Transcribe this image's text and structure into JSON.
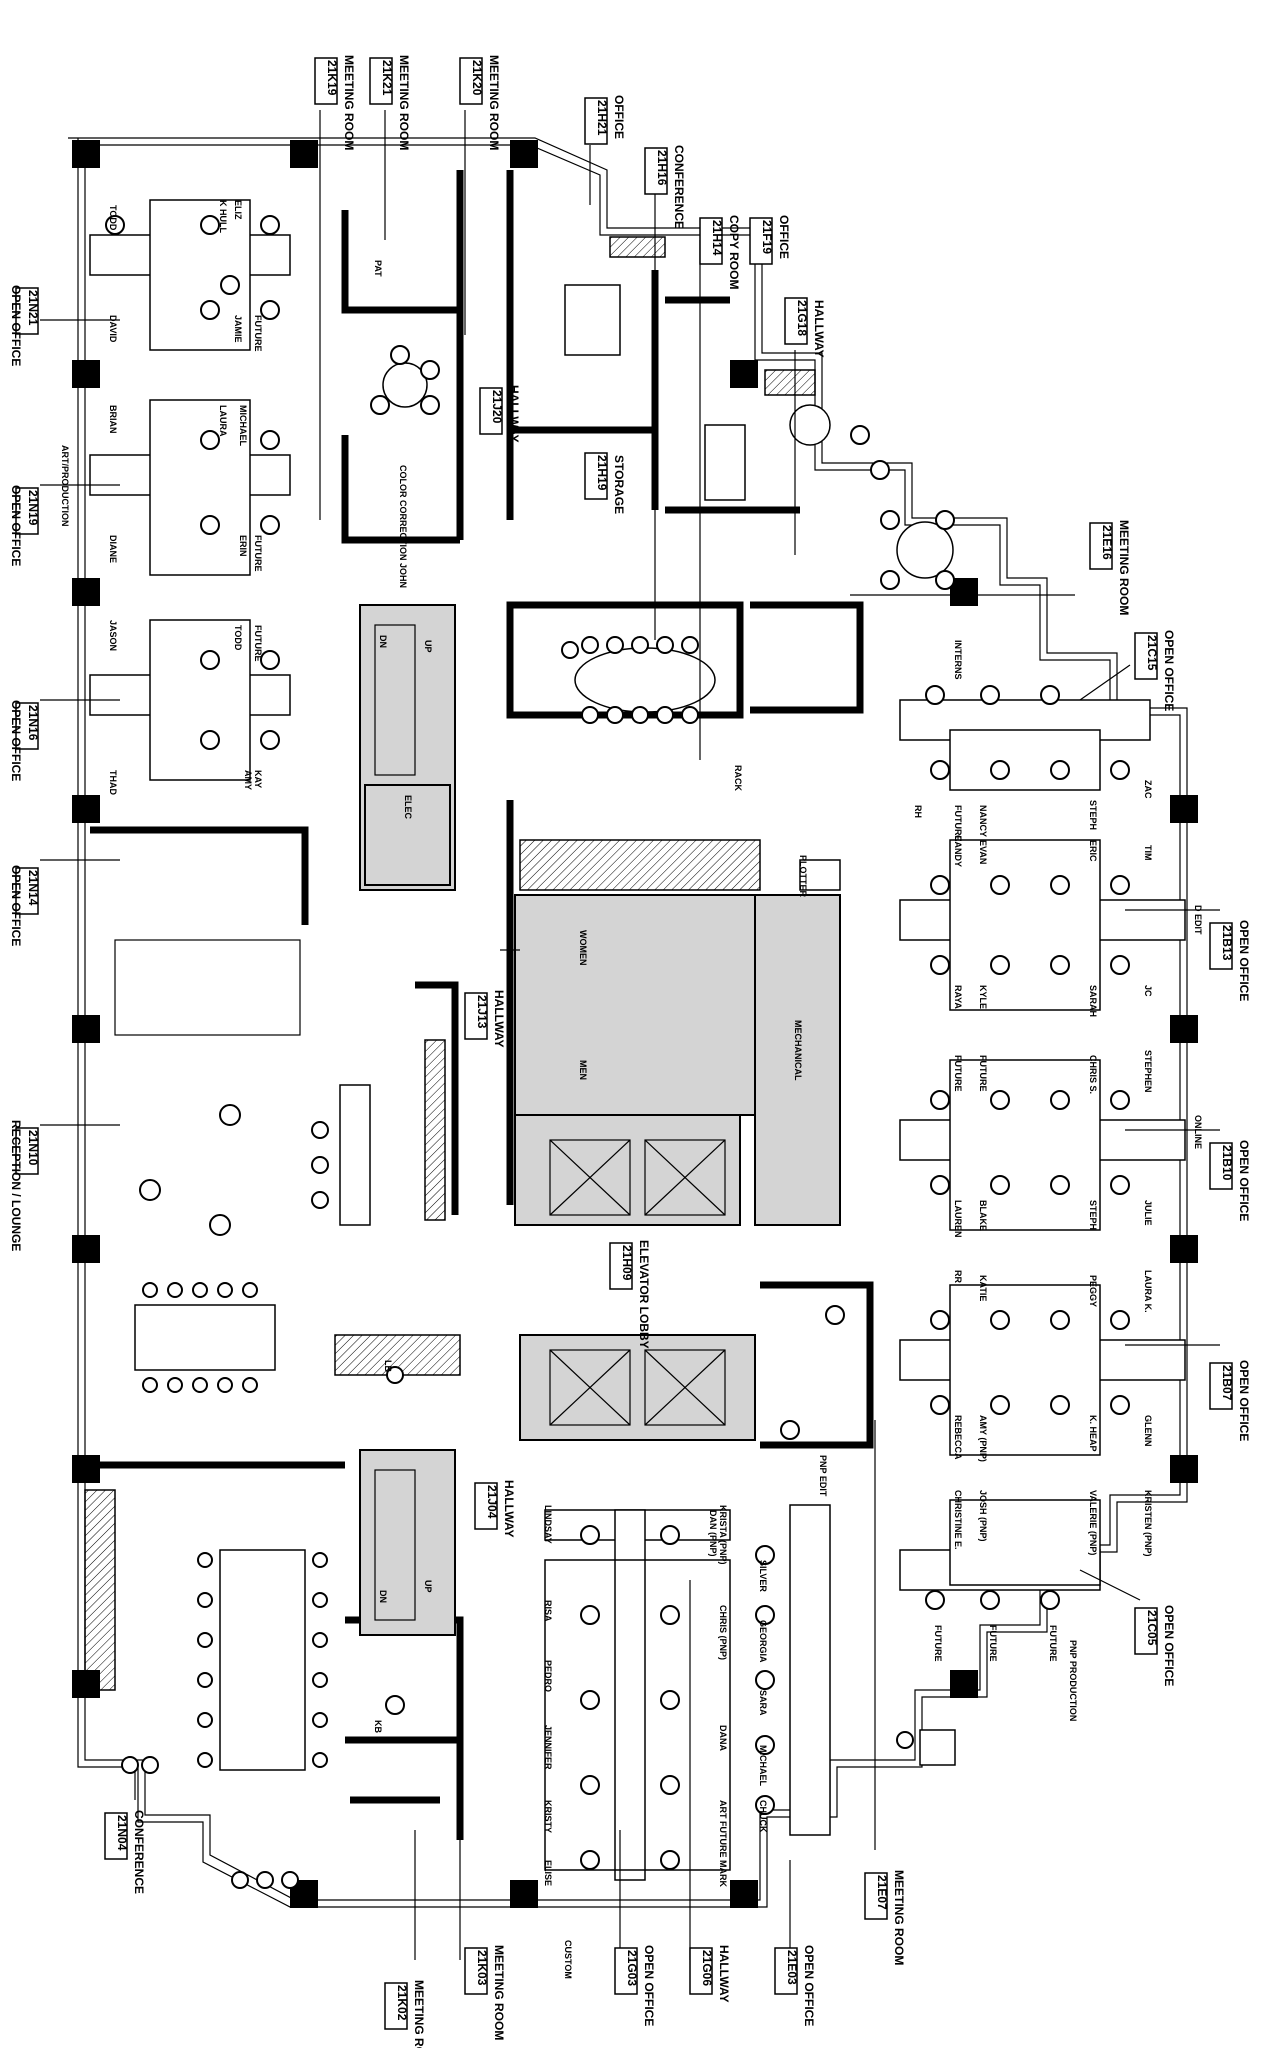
{
  "rooms": [
    {
      "name": "MEETING ROOM",
      "code": "21K19"
    },
    {
      "name": "MEETING ROOM",
      "code": "21K21"
    },
    {
      "name": "MEETING ROOM",
      "code": "21K20"
    },
    {
      "name": "OFFICE",
      "code": "21H21"
    },
    {
      "name": "CONFERENCE",
      "code": "21H16"
    },
    {
      "name": "COPY ROOM",
      "code": "21H14"
    },
    {
      "name": "OFFICE",
      "code": "21F19"
    },
    {
      "name": "HALLWAY",
      "code": "21G18"
    },
    {
      "name": "HALLWAY",
      "code": "21J20"
    },
    {
      "name": "STORAGE",
      "code": "21H19"
    },
    {
      "name": "MEETING ROOM",
      "code": "21E16"
    },
    {
      "name": "OPEN OFFICE",
      "code": "21C15"
    },
    {
      "name": "OPEN OFFICE",
      "code": "21N21"
    },
    {
      "name": "OPEN OFFICE",
      "code": "21N19"
    },
    {
      "name": "OPEN OFFICE",
      "code": "21N16"
    },
    {
      "name": "OPEN OFFICE",
      "code": "21N14"
    },
    {
      "name": "RECEPTION / LOUNGE",
      "code": "21N10"
    },
    {
      "name": "HALLWAY",
      "code": "21J13"
    },
    {
      "name": "OPEN OFFICE",
      "code": "21B13"
    },
    {
      "name": "OPEN OFFICE",
      "code": "21B10"
    },
    {
      "name": "OPEN OFFICE",
      "code": "21B07"
    },
    {
      "name": "ELEVATOR LOBBY",
      "code": "21H09"
    },
    {
      "name": "HALLWAY",
      "code": "21J04"
    },
    {
      "name": "OPEN OFFICE",
      "code": "21C05"
    },
    {
      "name": "CONFERENCE",
      "code": "21N04"
    },
    {
      "name": "MEETING ROOM",
      "code": "21K02"
    },
    {
      "name": "MEETING ROOM",
      "code": "21K03"
    },
    {
      "name": "OPEN OFFICE",
      "code": "21G03"
    },
    {
      "name": "HALLWAY",
      "code": "21G06"
    },
    {
      "name": "OPEN OFFICE",
      "code": "21E03"
    },
    {
      "name": "MEETING ROOM",
      "code": "21E07"
    }
  ],
  "areas": {
    "women": "WOMEN",
    "men": "MEN",
    "mechanical": "MECHANICAL",
    "elec": "ELEC",
    "art_production": "ART/PRODUCTION",
    "pnp_production": "PNP PRODUCTION",
    "pnp_edit": "PNP EDIT",
    "up": "UP",
    "dn": "DN",
    "up2": "UP",
    "dn2": "DN",
    "color_correction": "COLOR CORRECTION JOHN",
    "online": "ONLINE",
    "d_edit": "D EDIT",
    "lb": "LB",
    "plotter": "PLOTTER",
    "rack": "RACK"
  },
  "occupants": [
    "TODD",
    "K HULL",
    "ELIZ",
    "DAVID",
    "JAMIE",
    "FUTURE",
    "BRIAN",
    "LAURA",
    "MICHAEL",
    "DIANE",
    "FUTURE",
    "ERIN",
    "JASON",
    "TODD",
    "FUTURE",
    "THAD",
    "AMY",
    "KAY",
    "PAT",
    "INTERNS",
    "RH",
    "FUTURE",
    "NANCY",
    "STEPH",
    "ZAC",
    "CANDY",
    "EVAN",
    "ERIC",
    "TIM",
    "RAYA",
    "KYLE",
    "SARAH",
    "JC",
    "FUTURE",
    "FUTURE",
    "CHRIS S.",
    "STEPHEN",
    "LAUREN",
    "BLAKE",
    "STEPH",
    "JULIE",
    "RR",
    "KATIE",
    "PEGGY",
    "LAURA K.",
    "REBECCA",
    "AMY (PNP)",
    "K. HEAP",
    "GLENN",
    "CHRISTINE E.",
    "JOSH (PNP)",
    "VALERIE (PNP)",
    "KRISTEN (PNP)",
    "FUTURE",
    "FUTURE",
    "FUTURE",
    "LINDSAY",
    "DAN (PNP)",
    "KRISTA (PNP)",
    "SILVER",
    "RISA",
    "PEDRO",
    "CHRIS (PNP)",
    "GEORGIA",
    "SARA",
    "JENNIFER",
    "DANA",
    "MICHAEL",
    "KRISTY",
    "ART FUTURE",
    "CHUCK",
    "ELISE",
    "MARK",
    "CUSTOM",
    "KB"
  ]
}
